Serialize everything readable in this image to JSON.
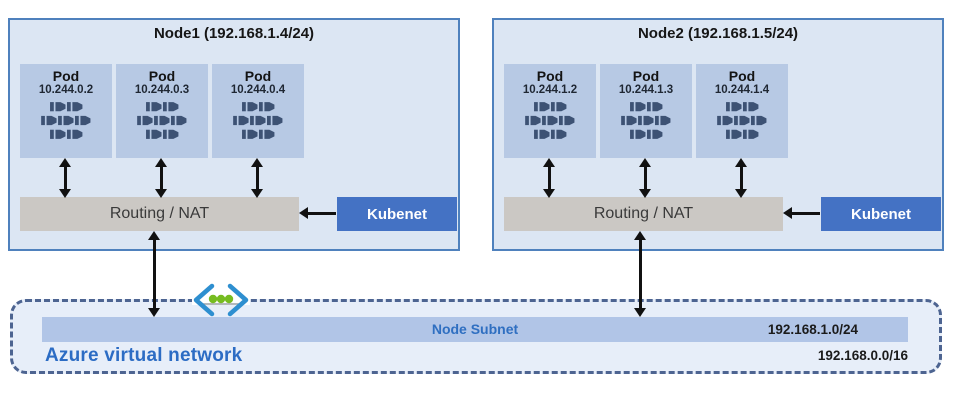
{
  "nodes": [
    {
      "title": "Node1 (192.168.1.4/24)",
      "routing_label": "Routing / NAT",
      "kubenet_label": "Kubenet",
      "pods": [
        {
          "label": "Pod",
          "ip": "10.244.0.2"
        },
        {
          "label": "Pod",
          "ip": "10.244.0.3"
        },
        {
          "label": "Pod",
          "ip": "10.244.0.4"
        }
      ]
    },
    {
      "title": "Node2 (192.168.1.5/24)",
      "routing_label": "Routing / NAT",
      "kubenet_label": "Kubenet",
      "pods": [
        {
          "label": "Pod",
          "ip": "10.244.1.2"
        },
        {
          "label": "Pod",
          "ip": "10.244.1.3"
        },
        {
          "label": "Pod",
          "ip": "10.244.1.4"
        }
      ]
    }
  ],
  "vnet": {
    "label": "Azure virtual network",
    "subnet_label": "Node Subnet",
    "subnet_cidr": "192.168.1.0/24",
    "vnet_cidr": "192.168.0.0/16"
  },
  "icons": {
    "pod_cluster": "containers-icon",
    "vnet_badge": "virtual-network-icon"
  },
  "colors": {
    "node_fill": "#dce6f3",
    "node_border": "#4f81bd",
    "pod_fill": "#b7c9e4",
    "container_icon": "#3d5274",
    "routing_fill": "#cbc8c4",
    "routing_text": "#3a3a3a",
    "kubenet_fill": "#4472c4",
    "kubenet_text": "#ffffff",
    "vnet_fill": "#e7eef9",
    "vnet_border": "#4d6491",
    "subnet_fill": "#b1c5e7",
    "subnet_text": "#2f6fc1",
    "vnet_label_text": "#2c6cc4",
    "cidr_text": "#1b1b1b",
    "arrow": "#111111",
    "vnet_icon_blue": "#2e8fd0",
    "vnet_icon_green": "#76bc21"
  }
}
